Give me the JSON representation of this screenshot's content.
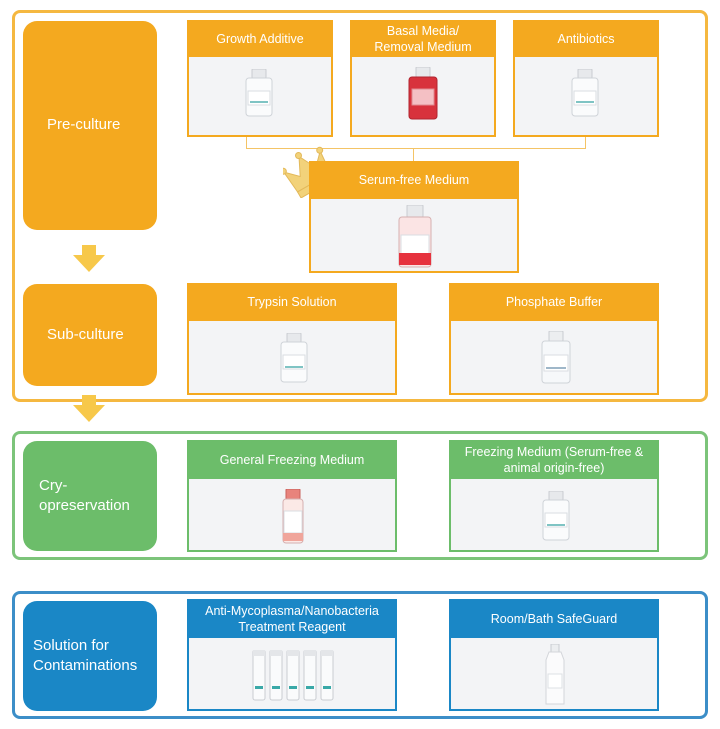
{
  "stages": {
    "preculture": "Pre-culture",
    "subculture": "Sub-culture",
    "cryo": "Cry-\nopreservation",
    "contamination": "Solution for\nContaminations"
  },
  "cards": {
    "growth_additive": "Growth Additive",
    "basal_media": "Basal Media/\nRemoval Medium",
    "antibiotics": "Antibiotics",
    "serum_free": "Serum-free Medium",
    "trypsin": "Trypsin Solution",
    "phosphate": "Phosphate Buffer",
    "general_freezing": "General Freezing Medium",
    "freezing_serum_free": "Freezing Medium (Serum-free &\nanimal origin-free)",
    "anti_myco": "Anti-Mycoplasma/Nanobacteria\nTreatment Reagent",
    "room_bath": "Room/Bath SafeGuard"
  },
  "icons": {
    "crown": "crown-icon",
    "arrow": "arrow-down-icon",
    "bottle": "bottle-icon",
    "tube": "tube-icon"
  },
  "colors": {
    "orange": "#f4a91f",
    "green": "#6cbd6a",
    "blue": "#1a87c6",
    "crown": "#f2d27a"
  }
}
